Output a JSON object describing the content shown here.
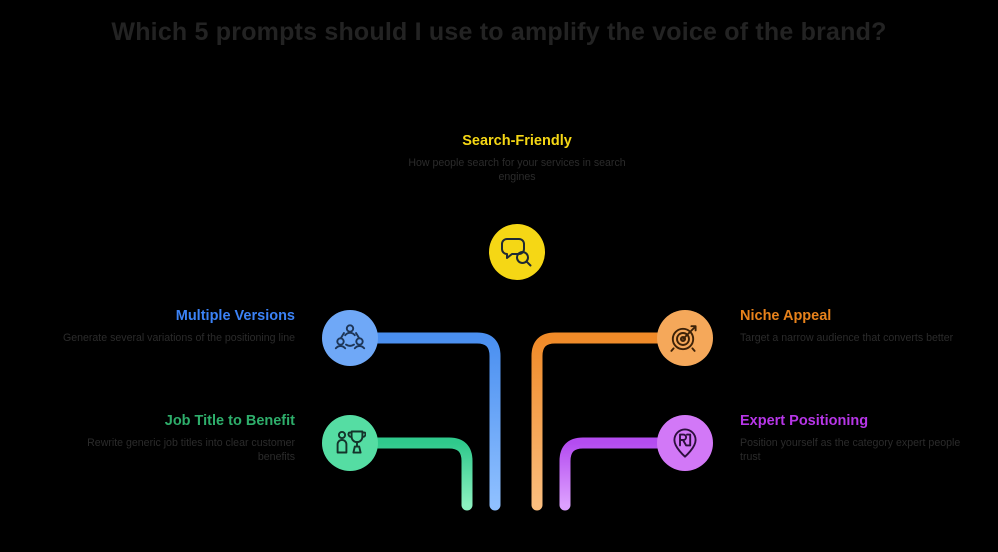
{
  "diagram": {
    "title": "Which 5 prompts should I use to amplify the voice of the brand?",
    "title_color": "#232323",
    "background": "#000000",
    "center": {
      "id": "search-friendly",
      "heading": "Search-Friendly",
      "color": "#F5D715",
      "body": "How people search for your services in search engines",
      "icon": "speech-bubble-search-icon"
    },
    "branches": [
      {
        "id": "multiple-versions",
        "heading": "Multiple Versions",
        "color": "#5B9BF5",
        "body": "Generate several variations of the positioning line",
        "icon": "people-network-icon",
        "side": "left",
        "row": "top"
      },
      {
        "id": "job-title-to-benefit",
        "heading": "Job Title to Benefit",
        "color": "#3FD69A",
        "body": "Rewrite generic job titles into clear customer benefits",
        "icon": "person-trophy-icon",
        "side": "left",
        "row": "bottom"
      },
      {
        "id": "niche-appeal",
        "heading": "Niche Appeal",
        "color": "#F59A3C",
        "body": "Target a narrow audience that converts better",
        "icon": "target-dart-icon",
        "side": "right",
        "row": "top"
      },
      {
        "id": "expert-positioning",
        "heading": "Expert Positioning",
        "color": "#C15BF5",
        "body": "Position yourself as the category expert people trust",
        "icon": "location-pin-badge-icon",
        "side": "right",
        "row": "bottom"
      }
    ]
  }
}
